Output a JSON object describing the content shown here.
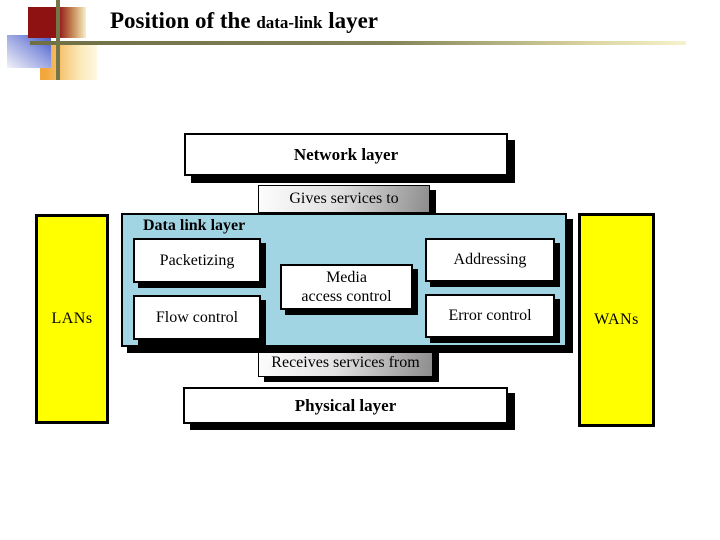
{
  "slide": {
    "title": {
      "part1": "Position of the ",
      "part2": "data-link",
      "part3": " layer"
    },
    "diagram": {
      "network_layer": "Network layer",
      "gives_services": "Gives services to",
      "data_link_layer": "Data link layer",
      "packetizing": "Packetizing",
      "addressing": "Addressing",
      "media_access_line1": "Media",
      "media_access_line2": "access control",
      "flow_control": "Flow control",
      "error_control": "Error control",
      "receives_services": "Receives services from",
      "physical_layer": "Physical layer",
      "lans": "LANs",
      "wans": "WANs"
    },
    "colors": {
      "data_link_fill": "#A2D5E4",
      "lan_wan_fill": "#FFFF00",
      "box_shadow": "#000000",
      "accent_red": "#8E1212",
      "accent_blue": "#4054C6",
      "accent_orange": "#F2A73B",
      "rule_olive": "#6F6F45"
    }
  }
}
